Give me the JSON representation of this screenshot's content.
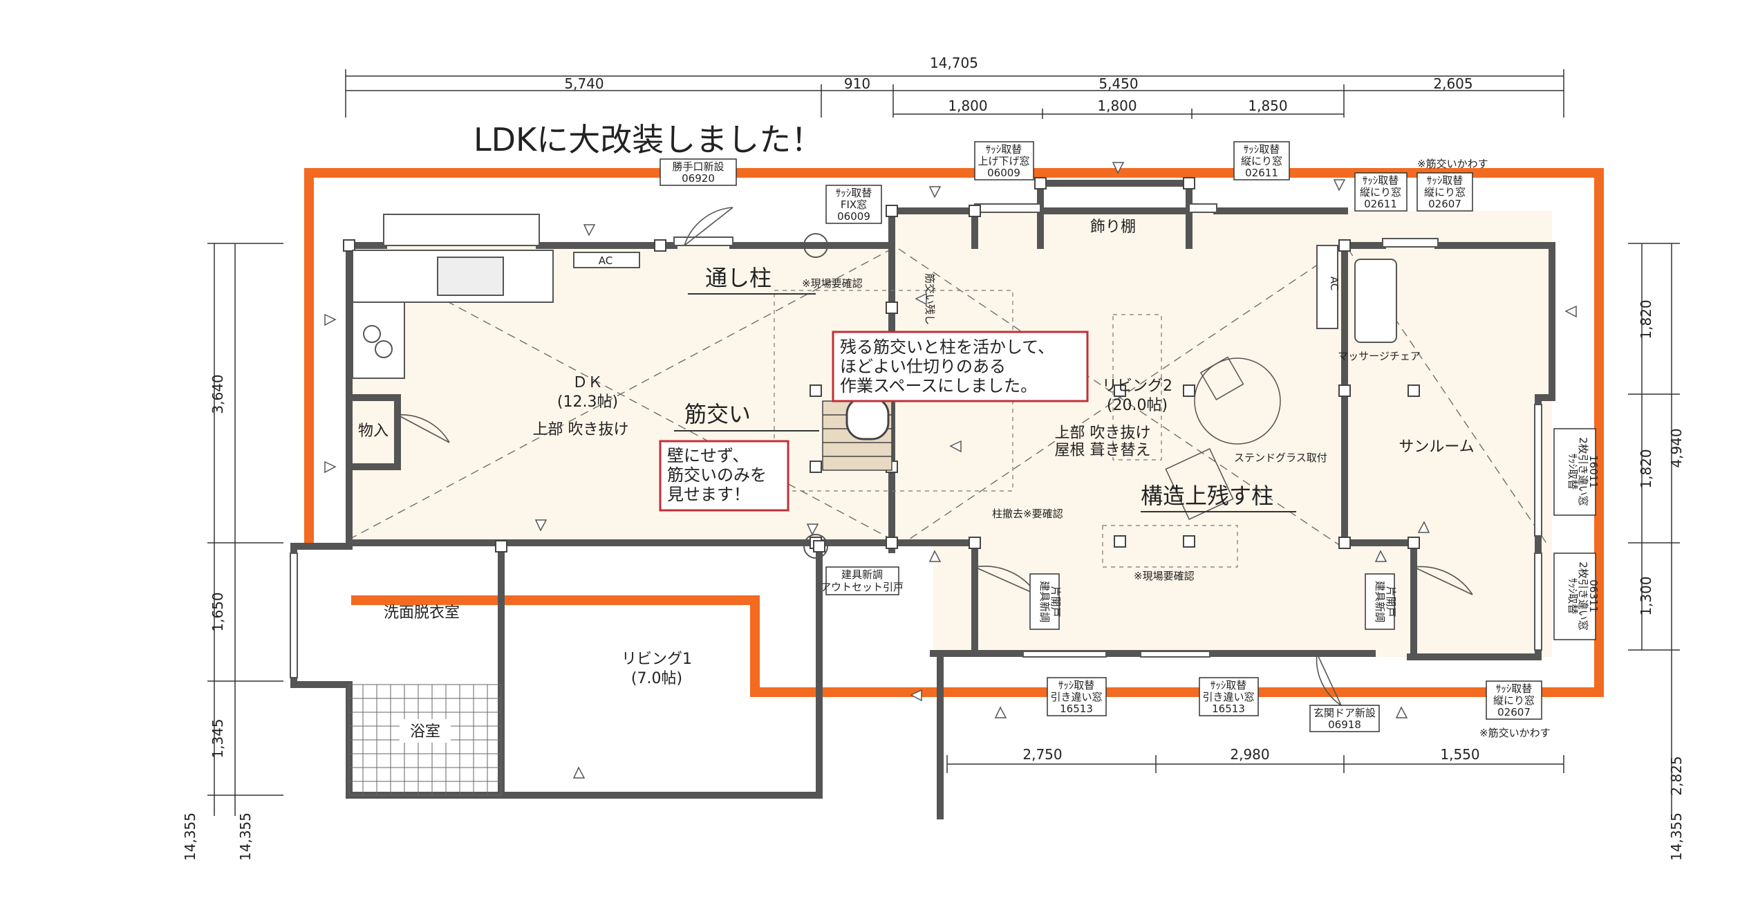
{
  "headline": "LDKに大改装しました！",
  "colors": {
    "boundary": "#f26b21",
    "wall": "#5a5a5a",
    "callout": "#c0303a",
    "floor": "#fdf6ea"
  },
  "dims_top_total": "14,705",
  "dims_top": [
    "5,740",
    "910",
    "5,450",
    "2,605"
  ],
  "dims_top_sub": [
    "1,800",
    "1,800",
    "1,850"
  ],
  "dims_bottom": [
    "2,750",
    "2,980",
    "1,550"
  ],
  "dims_left": [
    "3,640",
    "1,650",
    "1,345"
  ],
  "dims_left_total": [
    "14,355",
    "14,355"
  ],
  "dims_right": [
    "1,820",
    "1,820",
    "1,300"
  ],
  "dims_right_total": [
    "4,940",
    "2,825",
    "14,355"
  ],
  "rooms": {
    "dk_name": "ＤＫ",
    "dk_size": "(12.3帖)",
    "dk_note": "上部 吹き抜け",
    "storage": "物入",
    "washroom": "洗面脱衣室",
    "bath": "浴室",
    "living1_name": "リビング1",
    "living1_size": "(7.0帖)",
    "living2_name": "リビング2",
    "living2_size": "(20.0帖)",
    "living2_note1": "上部 吹き抜け",
    "living2_note2": "屋根 葺き替え",
    "sunroom": "サンルーム",
    "shelf": "飾り棚",
    "massage": "マッサージチェア",
    "ac1": "AC",
    "ac2": "AC"
  },
  "annotations": {
    "toshibashira": "通し柱",
    "sujikai": "筋交い",
    "kozo": "構造上残す柱",
    "check1": "※現場要確認",
    "check2": "※現場要確認",
    "pillar_removed": "柱撤去※要確認",
    "sujikai_keep": "筋交い残し",
    "stained_glass": "ステンドグラス取付",
    "sujikai_kawasu1": "※筋交いかわす",
    "sujikai_kawasu2": "※筋交いかわす"
  },
  "callouts": [
    {
      "lines": [
        "残る筋交いと柱を活かして、",
        "ほどよい仕切りのある",
        "作業スペースにしました。"
      ]
    },
    {
      "lines": [
        "壁にせず、",
        "筋交いのみを",
        "見せます！"
      ]
    }
  ],
  "tags": [
    {
      "lines": [
        "勝手口新設",
        "06920"
      ]
    },
    {
      "lines": [
        "ｻｯｼ取替",
        "FIX窓",
        "06009"
      ]
    },
    {
      "lines": [
        "ｻｯｼ取替",
        "上げ下げ窓",
        "06009"
      ]
    },
    {
      "lines": [
        "ｻｯｼ取替",
        "縦にり窓",
        "02611"
      ]
    },
    {
      "lines": [
        "ｻｯｼ取替",
        "縦にり窓",
        "02611"
      ]
    },
    {
      "lines": [
        "ｻｯｼ取替",
        "縦にり窓",
        "02607"
      ]
    },
    {
      "lines": [
        "ｻｯｼ取替",
        "2枚引き違い窓",
        "16011"
      ]
    },
    {
      "lines": [
        "ｻｯｼ取替",
        "2枚引き違い窓",
        "06311"
      ]
    },
    {
      "lines": [
        "ｻｯｼ取替",
        "引き違い窓",
        "16513"
      ]
    },
    {
      "lines": [
        "ｻｯｼ取替",
        "引き違い窓",
        "16513"
      ]
    },
    {
      "lines": [
        "玄関ドア新設",
        "06918"
      ]
    },
    {
      "lines": [
        "ｻｯｼ取替",
        "縦にり窓",
        "02607"
      ]
    },
    {
      "lines": [
        "建具新調",
        "アウトセット引戸"
      ]
    },
    {
      "lines": [
        "建具新調",
        "片開戸"
      ]
    },
    {
      "lines": [
        "建具新調",
        "片開戸"
      ]
    }
  ]
}
